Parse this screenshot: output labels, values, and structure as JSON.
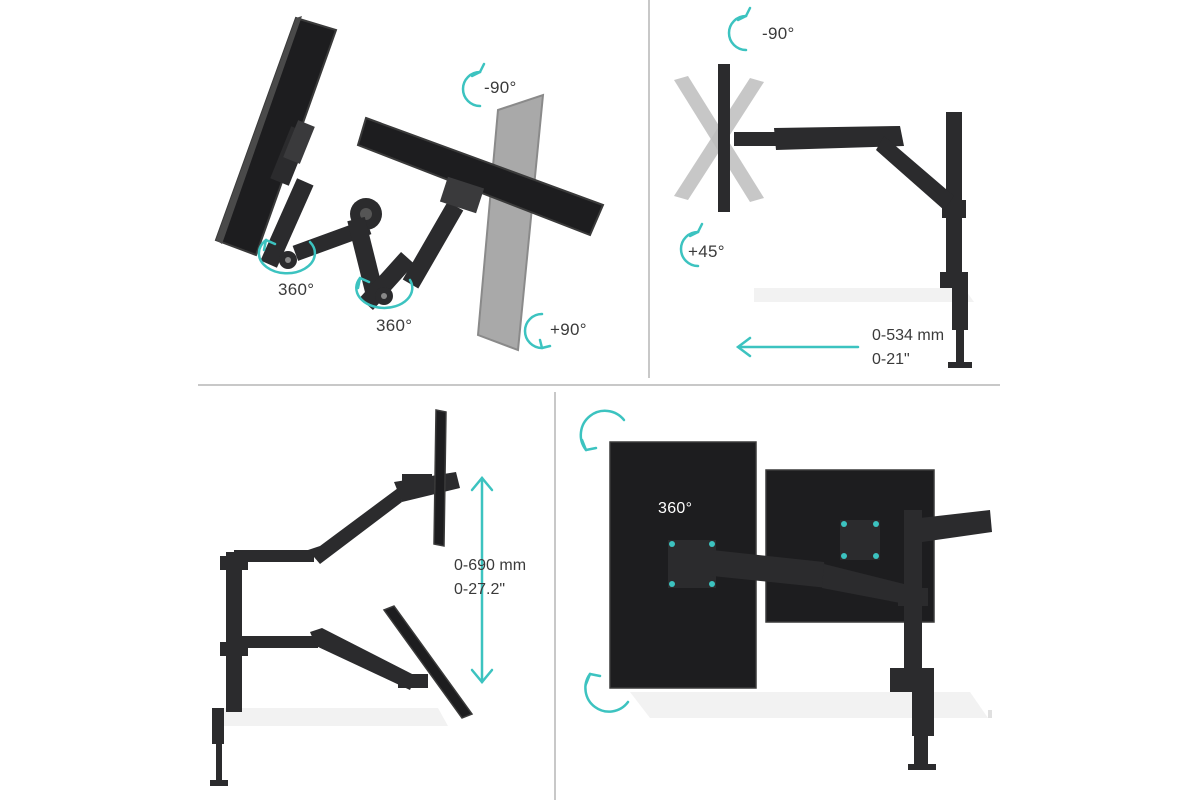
{
  "colors": {
    "accent": "#3cc3c0",
    "frame": "#2b2b2d",
    "screen": "#1d1d1f",
    "ghost": "#a9a9a9",
    "desk": "#f2f2f2"
  },
  "panel_top_left": {
    "rot_left": "360°",
    "rot_center": "360°",
    "tilt_top": "-90°",
    "tilt_bottom": "+90°"
  },
  "panel_top_right": {
    "tilt_top": "-90°",
    "tilt_bottom": "+45°",
    "extension_mm": "0-534 mm",
    "extension_in": "0-21\""
  },
  "panel_bottom_left": {
    "height_mm": "0-690 mm",
    "height_in": "0-27.2\""
  },
  "panel_bottom_right": {
    "rotation": "360°"
  }
}
